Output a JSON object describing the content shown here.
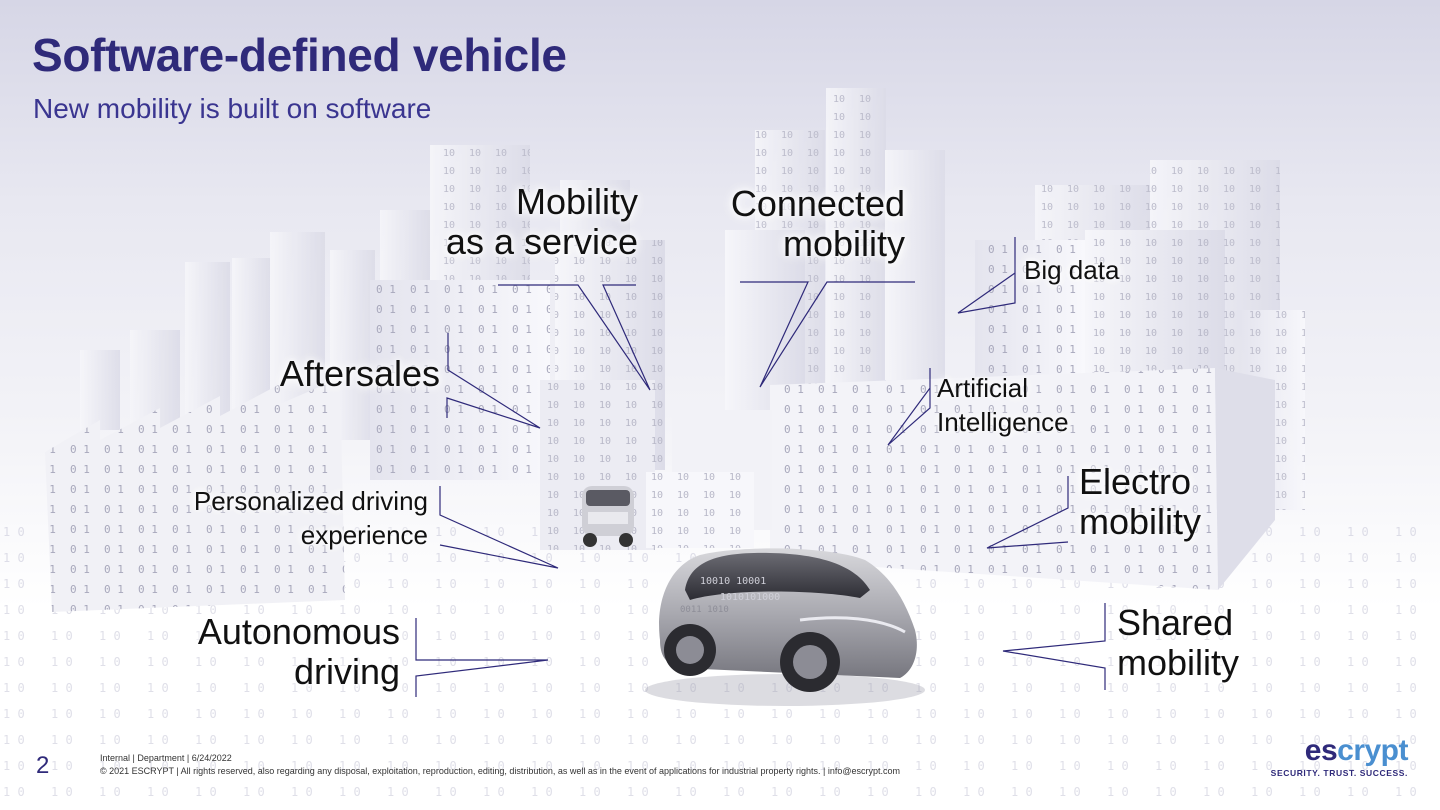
{
  "slide": {
    "title": "Software-defined vehicle",
    "subtitle": "New mobility is built on software",
    "page_number": "2"
  },
  "labels": {
    "mobility_service": [
      "Mobility",
      "as a service"
    ],
    "connected_mobility": [
      "Connected",
      "mobility"
    ],
    "big_data": [
      "Big data"
    ],
    "aftersales": [
      "Aftersales"
    ],
    "ai": [
      "Artificial",
      "Intelligence"
    ],
    "personalized": [
      "Personalized driving",
      "experience"
    ],
    "electro": [
      "Electro",
      "mobility"
    ],
    "autonomous": [
      "Autonomous",
      "driving"
    ],
    "shared": [
      "Shared",
      "mobility"
    ]
  },
  "footer": {
    "line1": "Internal | Department | 6/24/2022",
    "line2": "© 2021 ESCRYPT | All rights reserved, also regarding any disposal, exploitation, reproduction, editing, distribution, as well as in the event of applications for industrial property rights. | info@escrypt.com"
  },
  "logo": {
    "part1": "es",
    "part2": "crypt",
    "tagline": "SECURITY. TRUST. SUCCESS."
  },
  "colors": {
    "brand_dark": "#2f2a7a",
    "brand_light": "#4a8fd0",
    "callout_line": "#2f2a7a"
  }
}
